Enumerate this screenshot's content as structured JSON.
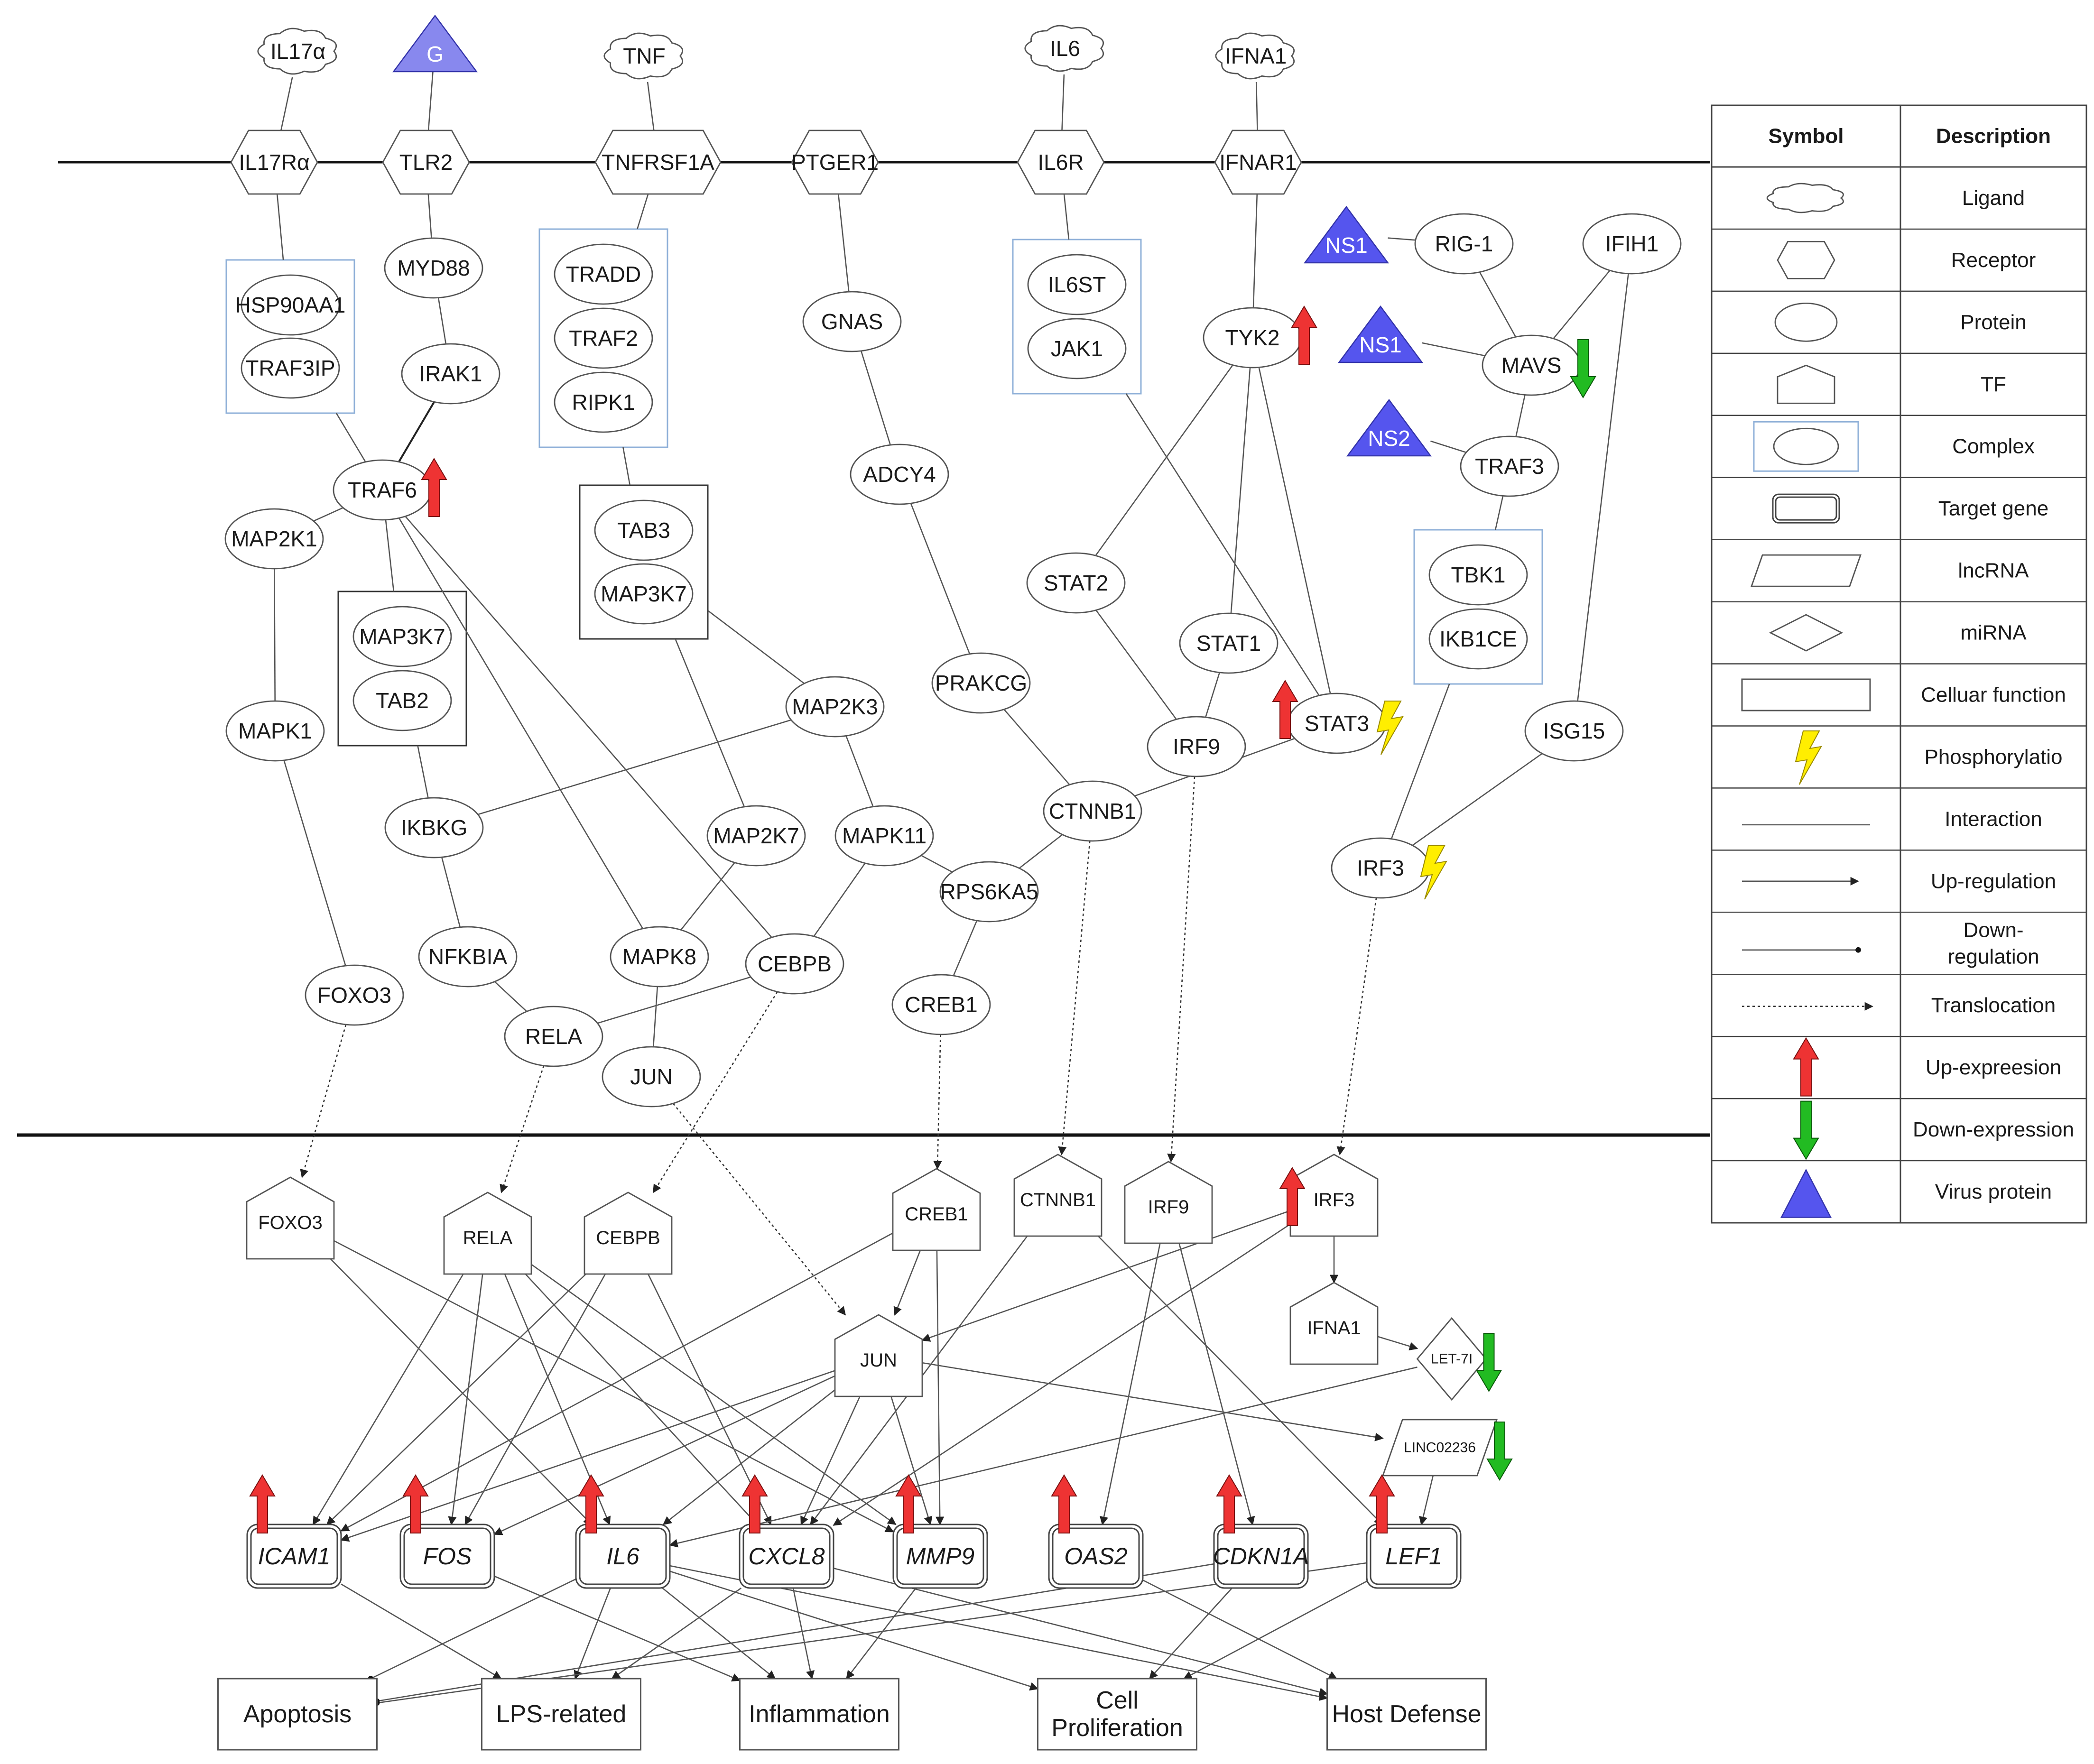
{
  "legend": {
    "header_symbol": "Symbol",
    "header_description": "Description",
    "rows": [
      {
        "symbol": "cloud",
        "label": "Ligand"
      },
      {
        "symbol": "hexagon",
        "label": "Receptor"
      },
      {
        "symbol": "ellipse",
        "label": "Protein"
      },
      {
        "symbol": "pentagon",
        "label": "TF"
      },
      {
        "symbol": "complex",
        "label": "Complex"
      },
      {
        "symbol": "double-rect",
        "label": "Target gene"
      },
      {
        "symbol": "parallelogram",
        "label": "lncRNA"
      },
      {
        "symbol": "diamond",
        "label": "miRNA"
      },
      {
        "symbol": "rect",
        "label": "Celluar function"
      },
      {
        "symbol": "bolt",
        "label": "Phosphorylatio"
      },
      {
        "symbol": "line",
        "label": "Interaction"
      },
      {
        "symbol": "arrow",
        "label": "Up-regulation"
      },
      {
        "symbol": "dot-line",
        "label": [
          "Down-",
          "regulation"
        ]
      },
      {
        "symbol": "dotted-arrow",
        "label": "Translocation"
      },
      {
        "symbol": "up-arrow",
        "label": "Up-expreesion"
      },
      {
        "symbol": "down-arrow",
        "label": "Down-expression"
      },
      {
        "symbol": "triangle",
        "label": "Virus protein"
      }
    ]
  },
  "colors": {
    "up": "#ee3333",
    "down": "#22bb22",
    "phospho": "#ffee00",
    "virus": "#5555ee",
    "virus_light": "#8888ee",
    "complex_border": "#8fb0d8"
  },
  "nodes": [
    {
      "id": "il17a",
      "type": "cloud",
      "label": "IL17α"
    },
    {
      "id": "g",
      "type": "triangle",
      "label": "G",
      "light": true
    },
    {
      "id": "tnf",
      "type": "cloud",
      "label": "TNF"
    },
    {
      "id": "il6l",
      "type": "cloud",
      "label": "IL6"
    },
    {
      "id": "ifna1l",
      "type": "cloud",
      "label": "IFNA1"
    },
    {
      "id": "il17ra",
      "type": "hexagon",
      "label": "IL17Rα"
    },
    {
      "id": "tlr2",
      "type": "hexagon",
      "label": "TLR2"
    },
    {
      "id": "tnfrsf1a",
      "type": "hexagon",
      "label": "TNFRSF1A"
    },
    {
      "id": "ptger1",
      "type": "hexagon",
      "label": "PTGER1"
    },
    {
      "id": "il6r",
      "type": "hexagon",
      "label": "IL6R"
    },
    {
      "id": "ifnar1",
      "type": "hexagon",
      "label": "IFNAR1"
    },
    {
      "id": "hsp90aa1",
      "type": "ellipse",
      "label": "HSP90AA1"
    },
    {
      "id": "traf3ip",
      "type": "ellipse",
      "label": "TRAF3IP"
    },
    {
      "id": "myd88",
      "type": "ellipse",
      "label": "MYD88"
    },
    {
      "id": "irak1",
      "type": "ellipse",
      "label": "IRAK1"
    },
    {
      "id": "tradd",
      "type": "ellipse",
      "label": "TRADD"
    },
    {
      "id": "traf2",
      "type": "ellipse",
      "label": "TRAF2"
    },
    {
      "id": "ripk1",
      "type": "ellipse",
      "label": "RIPK1"
    },
    {
      "id": "gnas",
      "type": "ellipse",
      "label": "GNAS"
    },
    {
      "id": "il6st",
      "type": "ellipse",
      "label": "IL6ST"
    },
    {
      "id": "jak1",
      "type": "ellipse",
      "label": "JAK1"
    },
    {
      "id": "tyk2",
      "type": "ellipse",
      "label": "TYK2"
    },
    {
      "id": "ns1a",
      "type": "triangle",
      "label": "NS1"
    },
    {
      "id": "rig1",
      "type": "ellipse",
      "label": "RIG-1"
    },
    {
      "id": "ifih1",
      "type": "ellipse",
      "label": "IFIH1"
    },
    {
      "id": "ns1b",
      "type": "triangle",
      "label": "NS1"
    },
    {
      "id": "mavs",
      "type": "ellipse",
      "label": "MAVS"
    },
    {
      "id": "ns2",
      "type": "triangle",
      "label": "NS2"
    },
    {
      "id": "traf3",
      "type": "ellipse",
      "label": "TRAF3"
    },
    {
      "id": "traf6",
      "type": "ellipse",
      "label": "TRAF6"
    },
    {
      "id": "map2k1",
      "type": "ellipse",
      "label": "MAP2K1"
    },
    {
      "id": "tab3",
      "type": "ellipse",
      "label": "TAB3"
    },
    {
      "id": "map3k7a",
      "type": "ellipse",
      "label": "MAP3K7"
    },
    {
      "id": "adcy4",
      "type": "ellipse",
      "label": "ADCY4"
    },
    {
      "id": "stat2",
      "type": "ellipse",
      "label": "STAT2"
    },
    {
      "id": "tbk1",
      "type": "ellipse",
      "label": "TBK1"
    },
    {
      "id": "ikb1ce",
      "type": "ellipse",
      "label": "IKB1CE"
    },
    {
      "id": "map3k7b",
      "type": "ellipse",
      "label": "MAP3K7"
    },
    {
      "id": "tab2",
      "type": "ellipse",
      "label": "TAB2"
    },
    {
      "id": "stat1",
      "type": "ellipse",
      "label": "STAT1"
    },
    {
      "id": "prakcg",
      "type": "ellipse",
      "label": "PRAKCG"
    },
    {
      "id": "map2k3",
      "type": "ellipse",
      "label": "MAP2K3"
    },
    {
      "id": "mapk1",
      "type": "ellipse",
      "label": "MAPK1"
    },
    {
      "id": "irf9c",
      "type": "ellipse",
      "label": "IRF9"
    },
    {
      "id": "stat3",
      "type": "ellipse",
      "label": "STAT3"
    },
    {
      "id": "isg15",
      "type": "ellipse",
      "label": "ISG15"
    },
    {
      "id": "ctnnb1c",
      "type": "ellipse",
      "label": "CTNNB1"
    },
    {
      "id": "ikbkg",
      "type": "ellipse",
      "label": "IKBKG"
    },
    {
      "id": "map2k7",
      "type": "ellipse",
      "label": "MAP2K7"
    },
    {
      "id": "mapk11",
      "type": "ellipse",
      "label": "MAPK11"
    },
    {
      "id": "irf3c",
      "type": "ellipse",
      "label": "IRF3"
    },
    {
      "id": "rps6ka5",
      "type": "ellipse",
      "label": "RPS6KA5"
    },
    {
      "id": "nfkbia",
      "type": "ellipse",
      "label": "NFKBIA"
    },
    {
      "id": "mapk8",
      "type": "ellipse",
      "label": "MAPK8"
    },
    {
      "id": "cebpbc",
      "type": "ellipse",
      "label": "CEBPB"
    },
    {
      "id": "foxo3c",
      "type": "ellipse",
      "label": "FOXO3"
    },
    {
      "id": "creb1c",
      "type": "ellipse",
      "label": "CREB1"
    },
    {
      "id": "relac",
      "type": "ellipse",
      "label": "RELA"
    },
    {
      "id": "junc",
      "type": "ellipse",
      "label": "JUN"
    },
    {
      "id": "foxo3n",
      "type": "pentagon",
      "label": "FOXO3"
    },
    {
      "id": "relan",
      "type": "pentagon",
      "label": "RELA"
    },
    {
      "id": "cebpbn",
      "type": "pentagon",
      "label": "CEBPB"
    },
    {
      "id": "creb1n",
      "type": "pentagon",
      "label": "CREB1"
    },
    {
      "id": "ctnnb1n",
      "type": "pentagon",
      "label": "CTNNB1"
    },
    {
      "id": "irf9n",
      "type": "pentagon",
      "label": "IRF9"
    },
    {
      "id": "irf3n",
      "type": "pentagon",
      "label": "IRF3"
    },
    {
      "id": "junn",
      "type": "pentagon",
      "label": "JUN"
    },
    {
      "id": "ifna1n",
      "type": "pentagon",
      "label": "IFNA1"
    },
    {
      "id": "let7i",
      "type": "diamond",
      "label": "LET-7I"
    },
    {
      "id": "linc02236",
      "type": "parallelogram",
      "label": "LINC02236"
    },
    {
      "id": "icam1",
      "type": "gene",
      "label": "ICAM1"
    },
    {
      "id": "fos",
      "type": "gene",
      "label": "FOS"
    },
    {
      "id": "il6g",
      "type": "gene",
      "label": "IL6"
    },
    {
      "id": "cxcl8",
      "type": "gene",
      "label": "CXCL8"
    },
    {
      "id": "mmp9",
      "type": "gene",
      "label": "MMP9"
    },
    {
      "id": "oas2",
      "type": "gene",
      "label": "OAS2"
    },
    {
      "id": "cdkn1a",
      "type": "gene",
      "label": "CDKN1A"
    },
    {
      "id": "lef1",
      "type": "gene",
      "label": "LEF1"
    },
    {
      "id": "apoptosis",
      "type": "function",
      "label": "Apoptosis"
    },
    {
      "id": "lps",
      "type": "function",
      "label": "LPS-related"
    },
    {
      "id": "inflammation",
      "type": "function",
      "label": "Inflammation"
    },
    {
      "id": "cellprolif",
      "type": "function",
      "label": [
        "Cell",
        "Proliferation"
      ]
    },
    {
      "id": "hostdefense",
      "type": "function",
      "label": "Host Defense"
    }
  ],
  "expression_marks": [
    {
      "node": "tyk2",
      "kind": "up"
    },
    {
      "node": "mavs",
      "kind": "down"
    },
    {
      "node": "traf6",
      "kind": "up"
    },
    {
      "node": "stat3",
      "kind": "up"
    },
    {
      "node": "irf3n",
      "kind": "up"
    },
    {
      "node": "let7i",
      "kind": "down"
    },
    {
      "node": "linc02236",
      "kind": "down"
    },
    {
      "node": "icam1",
      "kind": "up"
    },
    {
      "node": "fos",
      "kind": "up"
    },
    {
      "node": "il6g",
      "kind": "up"
    },
    {
      "node": "cxcl8",
      "kind": "up"
    },
    {
      "node": "mmp9",
      "kind": "up"
    },
    {
      "node": "oas2",
      "kind": "up"
    },
    {
      "node": "cdkn1a",
      "kind": "up"
    },
    {
      "node": "lef1",
      "kind": "up"
    }
  ],
  "phospho_marks": [
    "stat3",
    "irf3c"
  ],
  "complexes": [
    {
      "members": [
        "hsp90aa1",
        "traf3ip"
      ],
      "style": "blue"
    },
    {
      "members": [
        "tradd",
        "traf2",
        "ripk1"
      ],
      "style": "blue"
    },
    {
      "members": [
        "il6st",
        "jak1"
      ],
      "style": "blue"
    },
    {
      "members": [
        "tbk1",
        "ikb1ce"
      ],
      "style": "blue"
    },
    {
      "members": [
        "tab3",
        "map3k7a"
      ],
      "style": "dark"
    },
    {
      "members": [
        "map3k7b",
        "tab2"
      ],
      "style": "dark"
    }
  ],
  "edges": [
    [
      "il17a",
      "il17ra",
      "line"
    ],
    [
      "g",
      "tlr2",
      "line"
    ],
    [
      "tnf",
      "tnfrsf1a",
      "line"
    ],
    [
      "il6l",
      "il6r",
      "line"
    ],
    [
      "ifna1l",
      "ifnar1",
      "line"
    ],
    [
      "il17ra",
      "cx0",
      "line"
    ],
    [
      "tlr2",
      "myd88",
      "line"
    ],
    [
      "tnfrsf1a",
      "cx1",
      "line"
    ],
    [
      "ptger1",
      "gnas",
      "line"
    ],
    [
      "il6r",
      "cx2",
      "line"
    ],
    [
      "ifnar1",
      "tyk2",
      "line"
    ],
    [
      "myd88",
      "irak1",
      "line"
    ],
    [
      "irak1",
      "traf6",
      "dark"
    ],
    [
      "cx0",
      "traf6",
      "line"
    ],
    [
      "cx1",
      "cx4",
      "line"
    ],
    [
      "gnas",
      "adcy4",
      "line"
    ],
    [
      "adcy4",
      "prakcg",
      "line"
    ],
    [
      "prakcg",
      "ctnnb1c",
      "line"
    ],
    [
      "cx2",
      "stat3",
      "line"
    ],
    [
      "tyk2",
      "stat2",
      "line"
    ],
    [
      "tyk2",
      "stat1",
      "line"
    ],
    [
      "tyk2",
      "stat3",
      "line"
    ],
    [
      "stat2",
      "irf9c",
      "line"
    ],
    [
      "stat1",
      "irf9c",
      "line"
    ],
    [
      "ns1a",
      "rig1",
      "line"
    ],
    [
      "rig1",
      "mavs",
      "line"
    ],
    [
      "ifih1",
      "mavs",
      "line"
    ],
    [
      "ns1b",
      "mavs",
      "line"
    ],
    [
      "mavs",
      "traf3",
      "line"
    ],
    [
      "ns2",
      "traf3",
      "line"
    ],
    [
      "traf3",
      "cx3",
      "line"
    ],
    [
      "ifih1",
      "isg15",
      "line"
    ],
    [
      "cx3",
      "irf3c",
      "line"
    ],
    [
      "isg15",
      "irf3c",
      "line"
    ],
    [
      "traf6",
      "map2k1",
      "line"
    ],
    [
      "traf6",
      "cx5",
      "line"
    ],
    [
      "traf6",
      "mapk8",
      "line"
    ],
    [
      "traf6",
      "cebpbc",
      "line"
    ],
    [
      "map2k1",
      "mapk1",
      "line"
    ],
    [
      "mapk1",
      "foxo3c",
      "line"
    ],
    [
      "cx5",
      "ikbkg",
      "line"
    ],
    [
      "ikbkg",
      "map2k3",
      "line"
    ],
    [
      "ikbkg",
      "nfkbia",
      "line"
    ],
    [
      "nfkbia",
      "relac",
      "line"
    ],
    [
      "cx4",
      "map2k3",
      "line"
    ],
    [
      "cx4",
      "map2k7",
      "line"
    ],
    [
      "map2k3",
      "mapk11",
      "line"
    ],
    [
      "mapk11",
      "rps6ka5",
      "line"
    ],
    [
      "mapk11",
      "cebpbc",
      "line"
    ],
    [
      "map2k7",
      "mapk8",
      "line"
    ],
    [
      "mapk8",
      "junc",
      "line"
    ],
    [
      "cebpbc",
      "relac",
      "line"
    ],
    [
      "rps6ka5",
      "creb1c",
      "line"
    ],
    [
      "ctnnb1c",
      "rps6ka5",
      "line"
    ],
    [
      "stat3",
      "ctnnb1c",
      "line"
    ],
    [
      "foxo3c",
      "foxo3n",
      "dotted"
    ],
    [
      "relac",
      "relan",
      "dotted"
    ],
    [
      "cebpbc",
      "cebpbn",
      "dotted"
    ],
    [
      "junc",
      "junn",
      "dotted"
    ],
    [
      "creb1c",
      "creb1n",
      "dotted"
    ],
    [
      "ctnnb1c",
      "ctnnb1n",
      "dotted"
    ],
    [
      "irf9c",
      "irf9n",
      "dotted"
    ],
    [
      "irf3c",
      "irf3n",
      "dotted"
    ],
    [
      "foxo3n",
      "il6g",
      "up"
    ],
    [
      "foxo3n",
      "mmp9",
      "up"
    ],
    [
      "relan",
      "icam1",
      "up"
    ],
    [
      "relan",
      "fos",
      "up"
    ],
    [
      "relan",
      "il6g",
      "up"
    ],
    [
      "relan",
      "cxcl8",
      "up"
    ],
    [
      "relan",
      "mmp9",
      "up"
    ],
    [
      "cebpbn",
      "fos",
      "up"
    ],
    [
      "cebpbn",
      "cxcl8",
      "up"
    ],
    [
      "cebpbn",
      "icam1",
      "up"
    ],
    [
      "creb1n",
      "junn",
      "up"
    ],
    [
      "creb1n",
      "mmp9",
      "up"
    ],
    [
      "creb1n",
      "icam1",
      "up"
    ],
    [
      "junn",
      "icam1",
      "up"
    ],
    [
      "junn",
      "fos",
      "up"
    ],
    [
      "junn",
      "il6g",
      "up"
    ],
    [
      "junn",
      "cxcl8",
      "up"
    ],
    [
      "junn",
      "mmp9",
      "up"
    ],
    [
      "junn",
      "linc02236",
      "up"
    ],
    [
      "ctnnb1n",
      "cxcl8",
      "up"
    ],
    [
      "ctnnb1n",
      "lef1",
      "up"
    ],
    [
      "irf9n",
      "oas2",
      "up"
    ],
    [
      "irf9n",
      "cdkn1a",
      "up"
    ],
    [
      "irf3n",
      "junn",
      "up"
    ],
    [
      "irf3n",
      "cxcl8",
      "up"
    ],
    [
      "irf3n",
      "ifna1n",
      "up"
    ],
    [
      "ifna1n",
      "let7i",
      "up"
    ],
    [
      "let7i",
      "il6g",
      "up"
    ],
    [
      "linc02236",
      "lef1",
      "up"
    ],
    [
      "icam1",
      "lps",
      "up"
    ],
    [
      "fos",
      "inflammation",
      "up"
    ],
    [
      "il6g",
      "apoptosis",
      "down"
    ],
    [
      "il6g",
      "lps",
      "up"
    ],
    [
      "il6g",
      "inflammation",
      "up"
    ],
    [
      "il6g",
      "cellprolif",
      "up"
    ],
    [
      "il6g",
      "hostdefense",
      "up"
    ],
    [
      "cxcl8",
      "lps",
      "up"
    ],
    [
      "cxcl8",
      "inflammation",
      "up"
    ],
    [
      "cxcl8",
      "hostdefense",
      "up"
    ],
    [
      "mmp9",
      "inflammation",
      "up"
    ],
    [
      "oas2",
      "hostdefense",
      "up"
    ],
    [
      "cdkn1a",
      "apoptosis",
      "down"
    ],
    [
      "cdkn1a",
      "cellprolif",
      "up"
    ],
    [
      "lef1",
      "apoptosis",
      "down"
    ],
    [
      "lef1",
      "cellprolif",
      "up"
    ]
  ]
}
